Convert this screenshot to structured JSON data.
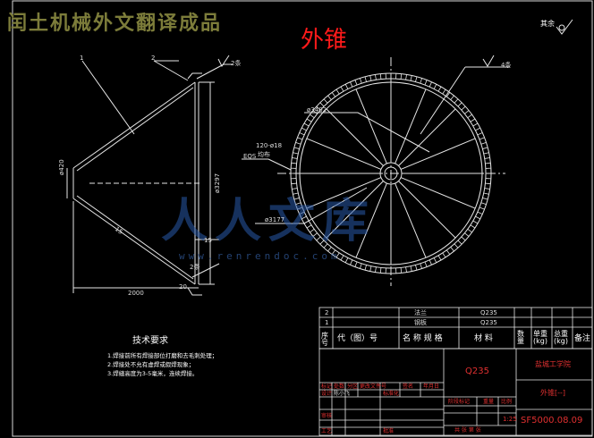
{
  "brand": "闰土机械外文翻译成品",
  "drawing_title": "外锥",
  "roughness_label": "其余",
  "parts_list": [
    {
      "no": "2",
      "name": "法兰",
      "material": "Q235"
    },
    {
      "no": "1",
      "name": "钢板",
      "material": "Q235"
    }
  ],
  "bom_header": {
    "no": "序号",
    "code": "代（图）号",
    "name": "名 称 规 格",
    "material": "材  料",
    "qty": "数量",
    "unit_wt": "单重(kg)",
    "total_wt": "总重(kg)",
    "remark": "备注"
  },
  "title_block": {
    "material": "Q235",
    "school": "盐城工学院",
    "part": "外锥[--]",
    "drawing_no": "SF5000.08.09",
    "scale": "1:25",
    "row1": [
      "标记",
      "处数",
      "分区",
      "更改文件号",
      "签名",
      "年月日"
    ],
    "row2": [
      "设计",
      "陈小飞",
      "",
      "标准化",
      "",
      ""
    ],
    "stage": [
      "阶段标记",
      "重量",
      "比例"
    ],
    "check": "审核",
    "process": "工艺",
    "approve": "批准",
    "sheet": "共 张 第 张"
  },
  "tech": {
    "title": "技术要求",
    "lines": [
      "1.焊接前所有焊接部位打磨和去毛刺处理；",
      "2.焊接处不允有虚焊或假焊现象；",
      "3.焊缝高度为3-5毫米，连续焊接。"
    ]
  },
  "dims": {
    "d420": "ø420",
    "d3297": "ø3297",
    "len": "2000",
    "t15": "15",
    "t20": "20",
    "t15b": "15",
    "d3402": "ø3402",
    "d3177": "ø3177",
    "holes": "120-ø18",
    "holes_sub": "均布",
    "holes_sub2": "EQS",
    "leader1": "1",
    "leader2": "2",
    "weld": "4条",
    "weld2": "2条"
  },
  "watermark": "人人文库",
  "watermark_url": "www.renrendoc.com"
}
